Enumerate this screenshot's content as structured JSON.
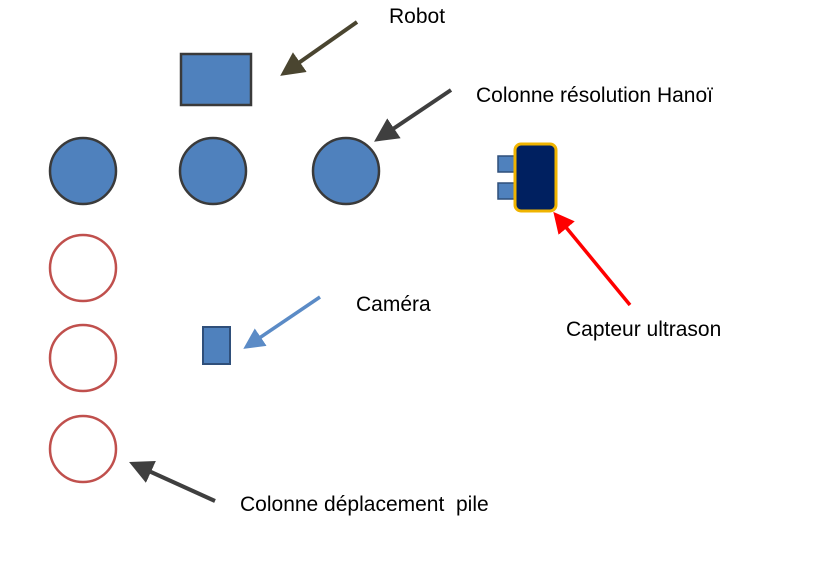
{
  "labels": {
    "robot": "Robot",
    "hanoi_column": "Colonne résolution Hanoï",
    "camera": "Caméra",
    "ultrasonic_sensor": "Capteur ultrason",
    "move_stack_column": "Colonne déplacement  pile"
  },
  "colors": {
    "blue_fill": "#4f81bd",
    "dark_outline": "#3a3a3a",
    "red_outline": "#c0504d",
    "sensor_body": "#002060",
    "sensor_border": "#f0b400",
    "robot_arrow": "#4a4530",
    "dark_arrow": "#3f3f3f",
    "camera_arrow": "#5b8bc6",
    "sensor_arrow": "#ff0000"
  },
  "icons": {
    "robot": "rectangle",
    "hanoi_columns": "filled-circle",
    "move_columns": "outlined-circle",
    "camera": "small-rectangle",
    "sensor": "rounded-rectangle"
  }
}
